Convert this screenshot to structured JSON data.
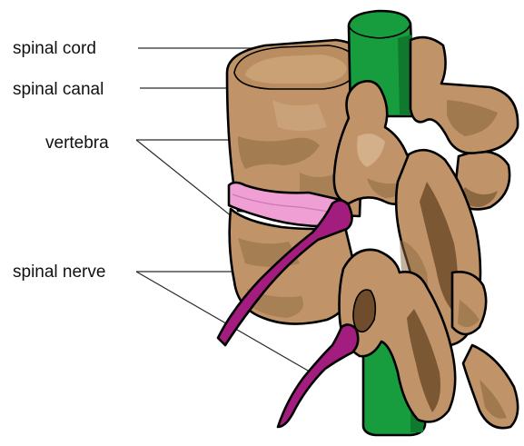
{
  "labels": {
    "spinal_cord": "spinal cord",
    "spinal_canal": "spinal canal",
    "vertebra": "vertebra",
    "spinal_nerve": "spinal nerve"
  },
  "colors": {
    "bone": "#c09468",
    "bone_shadow": "#8c6840",
    "bone_dark": "#6e4c2c",
    "bone_light": "#d3b08a",
    "spinal_cord": "#179c3e",
    "spinal_cord_shadow": "#0f7a2e",
    "disc": "#ef9fd4",
    "nerve": "#a31d7e",
    "outline": "#000000"
  }
}
